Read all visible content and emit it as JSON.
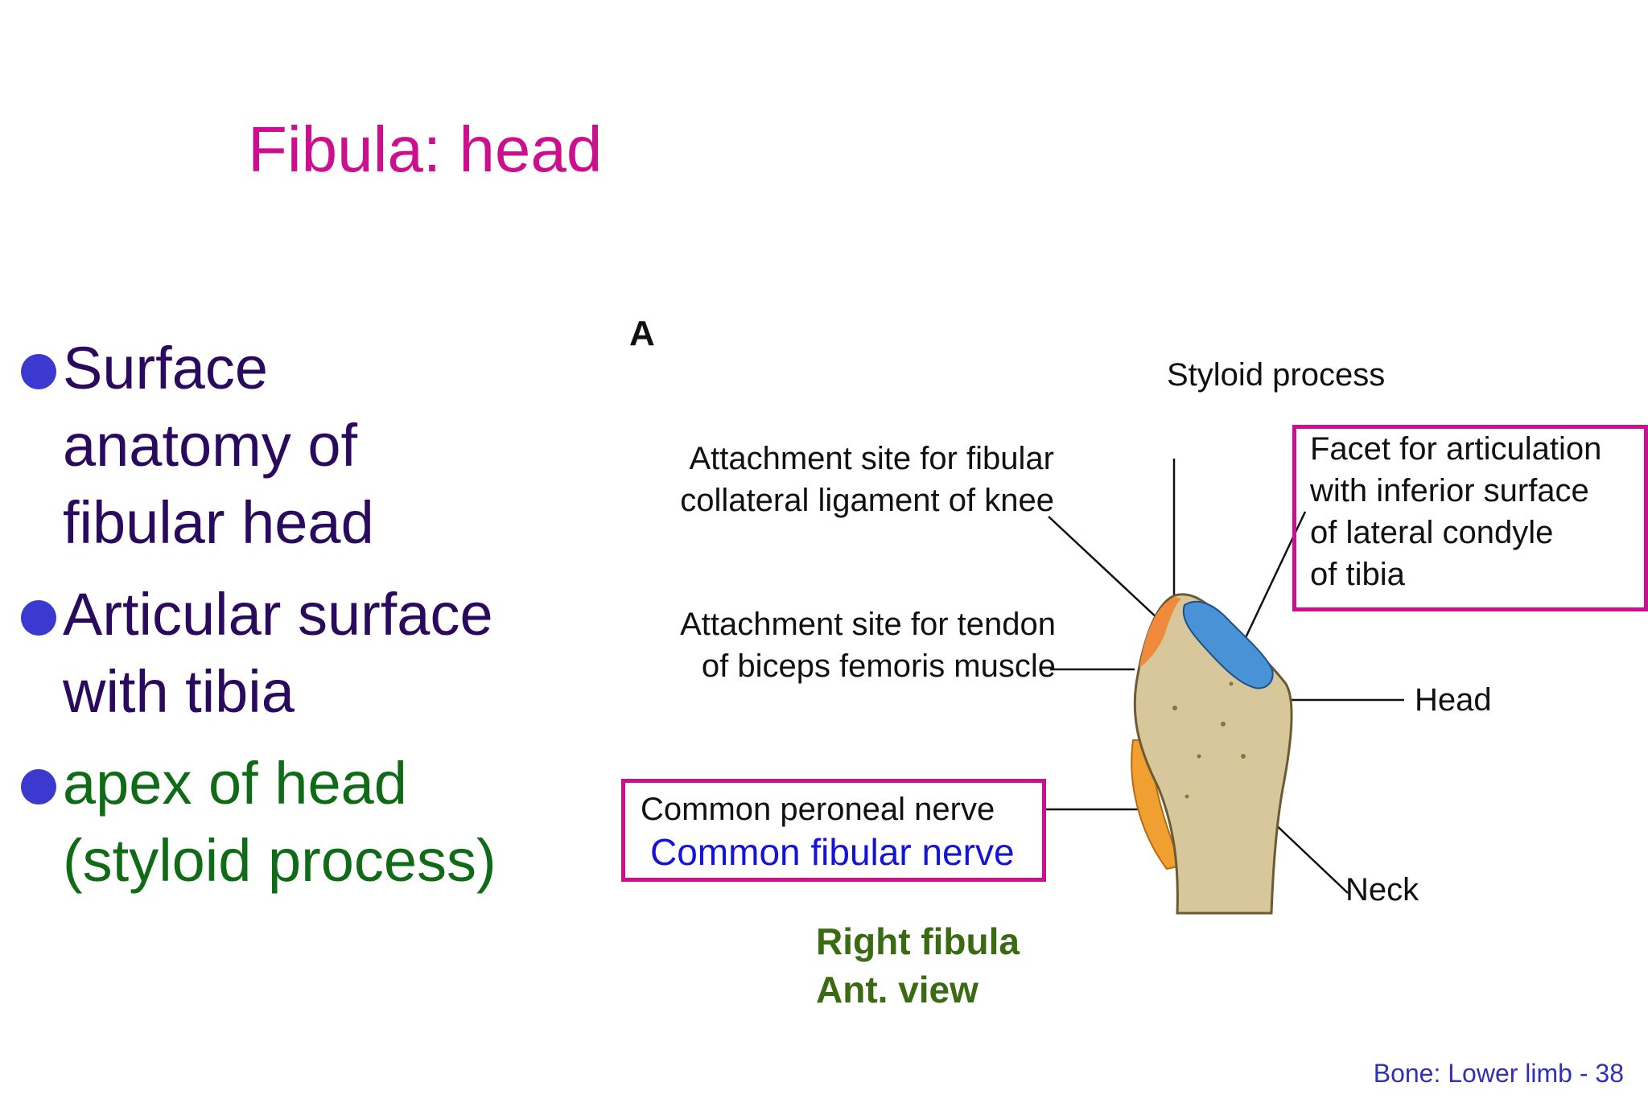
{
  "title": "Fibula: head",
  "bullets": [
    {
      "lines": [
        "Surface",
        "anatomy of",
        "fibular head"
      ],
      "color": "#2a0a5e"
    },
    {
      "lines": [
        "Articular surface",
        "with tibia"
      ],
      "color": "#2a0a5e"
    },
    {
      "lines": [
        "apex of head",
        "(styloid process)"
      ],
      "color": "#0f6b15"
    }
  ],
  "figure": {
    "panel_letter": "A",
    "labels": {
      "styloid_process": "Styloid process",
      "attachment_fibular_collateral": [
        "Attachment site for fibular",
        "collateral ligament of knee"
      ],
      "attachment_biceps": [
        "Attachment site for tendon",
        "of biceps femoris muscle"
      ],
      "facet": [
        "Facet for articulation",
        "with inferior surface",
        "of lateral condyle",
        "of tibia"
      ],
      "head": "Head",
      "common_peroneal_nerve": "Common peroneal nerve",
      "common_fibular_nerve": "Common fibular nerve",
      "neck": "Neck"
    },
    "caption": [
      "Right fibula",
      "Ant. view"
    ]
  },
  "footer": "Bone: Lower limb - 38",
  "colors": {
    "title": "#cc0f8e",
    "highlight_box": "#cc0f8e",
    "bullet_dot": "#3b39d0",
    "caption": "#3a6a12",
    "footer": "#3030b8",
    "bone": "#d8c79a",
    "facet": "#4a92d6",
    "attachment": "#f08a3c"
  }
}
